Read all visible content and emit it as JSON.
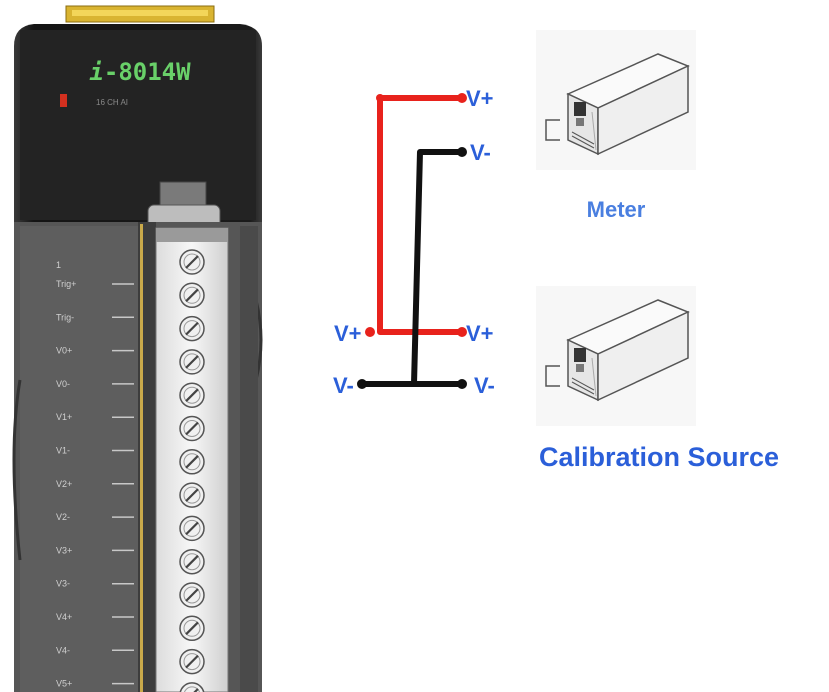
{
  "module": {
    "model_prefix": "i",
    "model_suffix": "-8014W",
    "channels_label": "16 CH AI",
    "pin_top_number": "1",
    "pins": [
      "Trig+",
      "Trig-",
      "V0+",
      "V0-",
      "V1+",
      "V1-",
      "V2+",
      "V2-",
      "V3+",
      "V3-",
      "V4+",
      "V4-",
      "V5+"
    ]
  },
  "wiring": {
    "meter_pos": "V+",
    "meter_neg": "V-",
    "module_pos": "V+",
    "module_neg": "V-",
    "source_pos": "V+",
    "source_neg": "V-"
  },
  "devices": {
    "meter_label": "Meter",
    "source_label": "Calibration Source"
  },
  "colors": {
    "module_body": "#1f1f1f",
    "module_header": "#2a2a2a",
    "model_text": "#69d069",
    "wire_pos": "#e8221c",
    "wire_neg": "#111111",
    "label_blue": "#2b5fd9",
    "device_label_blue": "#4a7fe0"
  }
}
